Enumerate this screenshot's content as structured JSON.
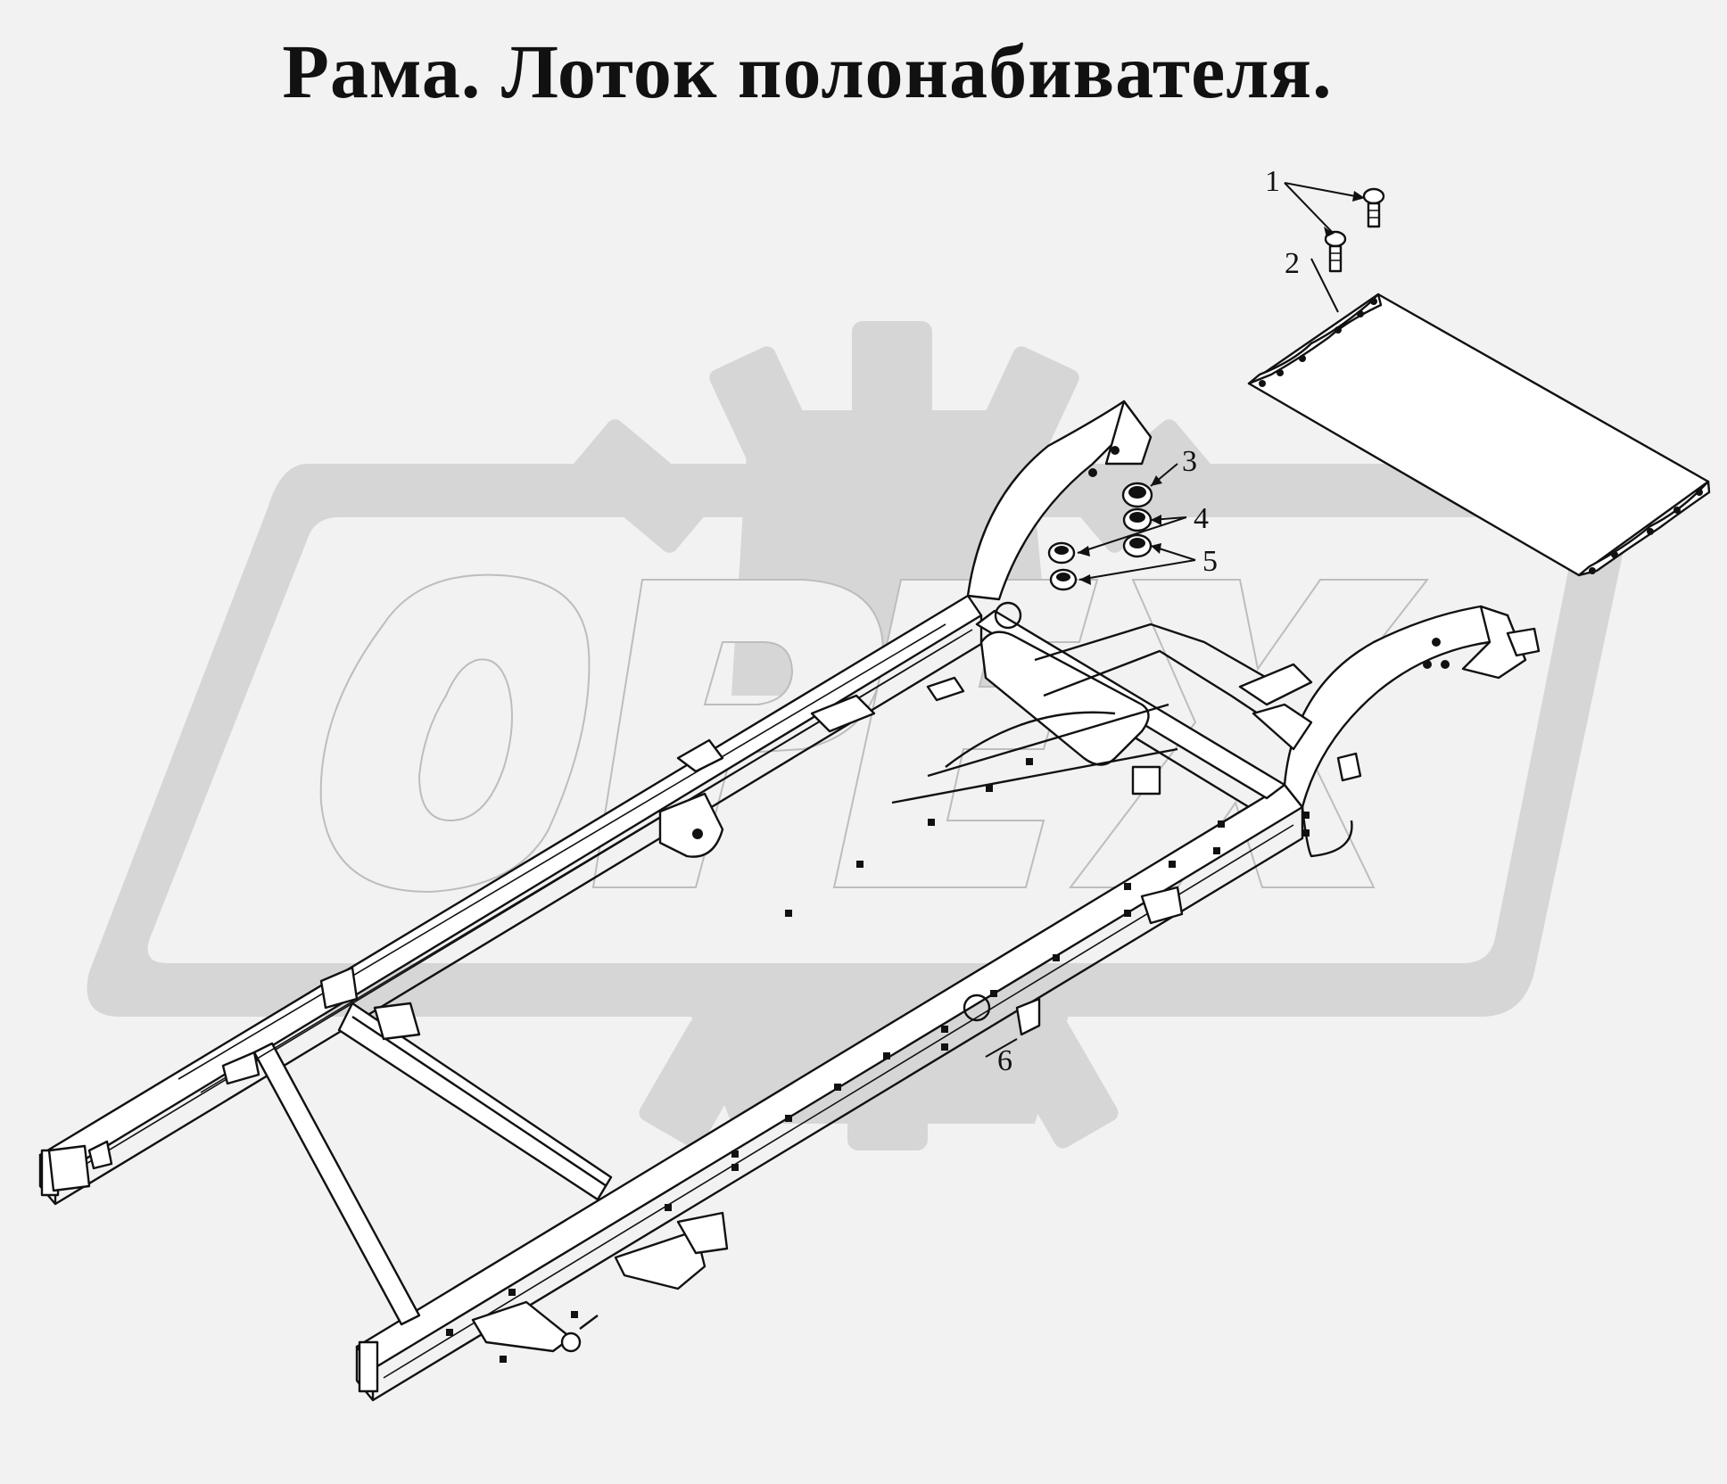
{
  "title": "Рама.  Лоток полонабивателя.",
  "watermark": {
    "text": "ОРЕХ",
    "color": "#d6d6d6"
  },
  "callouts": [
    {
      "id": "1",
      "label": "1"
    },
    {
      "id": "2",
      "label": "2"
    },
    {
      "id": "3",
      "label": "3"
    },
    {
      "id": "4",
      "label": "4"
    },
    {
      "id": "5",
      "label": "5"
    },
    {
      "id": "6",
      "label": "6"
    }
  ],
  "colors": {
    "background": "#f2f2f2",
    "line": "#111111",
    "watermark": "#d6d6d6"
  }
}
